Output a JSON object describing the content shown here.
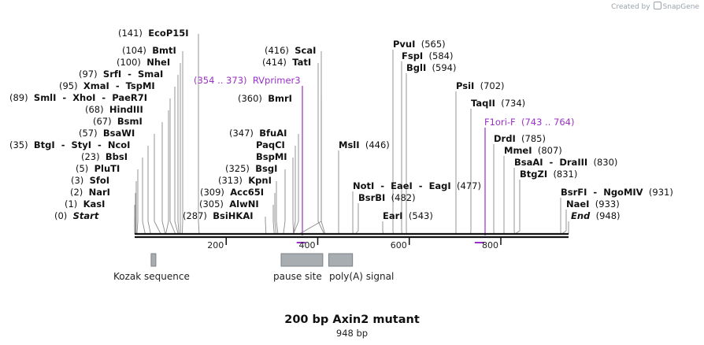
{
  "credit": {
    "text": "Created by",
    "brand": "SnapGene"
  },
  "title": "200 bp Axin2 mutant",
  "subtitle": "948 bp",
  "ticks": [
    {
      "label": "200",
      "bp": 200
    },
    {
      "label": "400",
      "bp": 400
    },
    {
      "label": "600",
      "bp": 600
    },
    {
      "label": "800",
      "bp": 800
    }
  ],
  "features": [
    {
      "label": "Kozak sequence",
      "start": 36,
      "end": 41
    },
    {
      "label": "pause site",
      "start": 320,
      "end": 411
    },
    {
      "label": "poly(A) signal",
      "start": 424,
      "end": 476
    }
  ],
  "primers": [
    {
      "name": "RVprimer3",
      "range": "(354 .. 373)",
      "start": 354,
      "end": 373
    },
    {
      "name": "F1ori-F",
      "range": "(743 .. 764)",
      "start": 743,
      "end": 764
    }
  ],
  "sites": [
    {
      "name": "EcoP15I",
      "pos": "(141)",
      "bp": 141
    },
    {
      "name": "BmtI",
      "pos": "(104)",
      "bp": 104
    },
    {
      "name": "NheI",
      "pos": "(100)",
      "bp": 100
    },
    {
      "name": "SrfI  -  SmaI",
      "pos": "(97)",
      "bp": 97
    },
    {
      "name": "XmaI  -  TspMI",
      "pos": "(95)",
      "bp": 95
    },
    {
      "name": "SmlI  -  XhoI  -  PaeR7I",
      "pos": "(89)",
      "bp": 89
    },
    {
      "name": "HindIII",
      "pos": "(68)",
      "bp": 68
    },
    {
      "name": "BsmI",
      "pos": "(67)",
      "bp": 67
    },
    {
      "name": "BsaWI",
      "pos": "(57)",
      "bp": 57
    },
    {
      "name": "BtgI  -  StyI  -  NcoI",
      "pos": "(35)",
      "bp": 35
    },
    {
      "name": "BbsI",
      "pos": "(23)",
      "bp": 23
    },
    {
      "name": "PluTI",
      "pos": "(5)",
      "bp": 5
    },
    {
      "name": "SfoI",
      "pos": "(3)",
      "bp": 3
    },
    {
      "name": "NarI",
      "pos": "(2)",
      "bp": 2
    },
    {
      "name": "KasI",
      "pos": "(1)",
      "bp": 1
    },
    {
      "name": "Start",
      "pos": "(0)",
      "bp": 0
    },
    {
      "name": "BmrI",
      "pos": "(360)",
      "bp": 360
    },
    {
      "name": "ScaI",
      "pos": "(416)",
      "bp": 416
    },
    {
      "name": "TatI",
      "pos": "(414)",
      "bp": 414
    },
    {
      "name": "BfuAI",
      "pos": "(347)",
      "bp": 347
    },
    {
      "name": "PaqCI",
      "pos": "",
      "bp": 347
    },
    {
      "name": "BspMI",
      "pos": "",
      "bp": 347
    },
    {
      "name": "BsgI",
      "pos": "(325)",
      "bp": 325
    },
    {
      "name": "KpnI",
      "pos": "(313)",
      "bp": 313
    },
    {
      "name": "Acc65I",
      "pos": "(309)",
      "bp": 309
    },
    {
      "name": "AlwNI",
      "pos": "(305)",
      "bp": 305
    },
    {
      "name": "BsiHKAI",
      "pos": "(287)",
      "bp": 287
    },
    {
      "name": "MslI",
      "pos": "(446)",
      "bp": 446
    },
    {
      "name": "PvuI",
      "pos": "(565)",
      "bp": 565
    },
    {
      "name": "FspI",
      "pos": "(584)",
      "bp": 584
    },
    {
      "name": "BglI",
      "pos": "(594)",
      "bp": 594
    },
    {
      "name": "NotI  -  EaeI  -  EagI",
      "pos": "(477)",
      "bp": 477
    },
    {
      "name": "BsrBI",
      "pos": "(482)",
      "bp": 482
    },
    {
      "name": "EarI",
      "pos": "(543)",
      "bp": 543
    },
    {
      "name": "PsiI",
      "pos": "(702)",
      "bp": 702
    },
    {
      "name": "TaqII",
      "pos": "(734)",
      "bp": 734
    },
    {
      "name": "DrdI",
      "pos": "(785)",
      "bp": 785
    },
    {
      "name": "MmeI",
      "pos": "(807)",
      "bp": 807
    },
    {
      "name": "BsaAI  -  DraIII",
      "pos": "(830)",
      "bp": 830
    },
    {
      "name": "BtgZI",
      "pos": "(831)",
      "bp": 831
    },
    {
      "name": "BsrFI  -  NgoMIV",
      "pos": "(931)",
      "bp": 931
    },
    {
      "name": "NaeI",
      "pos": "(933)",
      "bp": 933
    },
    {
      "name": "End",
      "pos": "(948)",
      "bp": 948
    }
  ]
}
